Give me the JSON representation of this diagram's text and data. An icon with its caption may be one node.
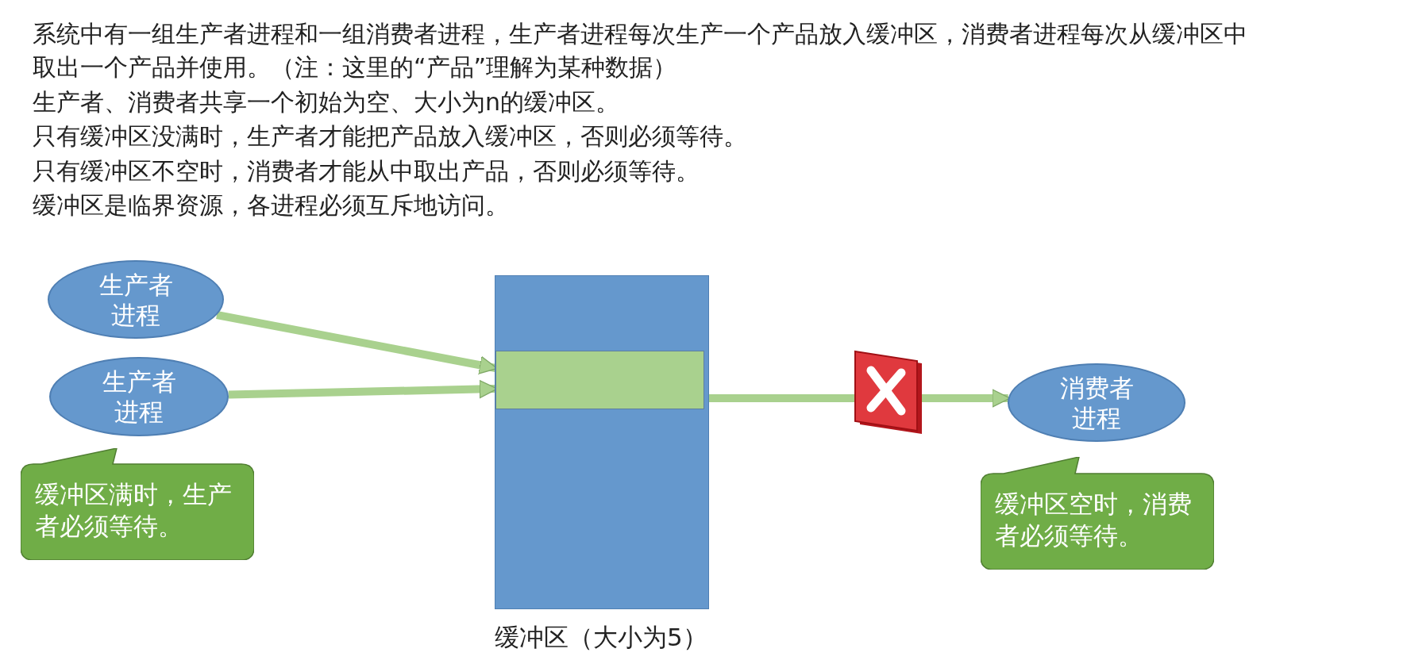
{
  "diagram": {
    "nodes": [
      {
        "text": [
          "生产者进程"
        ]
      },
      {
        "text": [
          "生产者进程"
        ]
      },
      {
        "text": [
          "缓冲区（大小为5）"
        ]
      },
      {
        "text": [],
        "shape": "bar",
        "in": 2
      },
      {
        "text": [
          "消费者进程"
        ]
      },
      {
        "text": [
          "缓冲区满时，生产者必须等待。"
        ]
      },
      {
        "text": [
          "缓冲区空时，消费者必须等待。"
        ]
      }
    ],
    "edges": [
      {
        "from": 0,
        "to": 3,
        "arrow": "to"
      },
      {
        "from": 1,
        "to": 3,
        "arrow": "to"
      },
      {
        "from": 2,
        "to": 4,
        "arrow": "to"
      }
    ],
    "labels": [
      "系统中有一组生产者进程和一组消费者进程，生产者进程每次生产一个产品放入缓冲区，消费者进程每次从缓冲区中取出一个产品并使用。（注：这里的“产品”理解为某种数据）",
      "生产者、消费者共享一个初始为空、大小为n的缓冲区。",
      "只有缓冲区没满时，生产者才能把产品放入缓冲区，否则必须等待。",
      "只有缓冲区不空时，消费者才能从中取出产品，否则必须等待。",
      "缓冲区是临界资源，各进程必须互斥地访问。"
    ]
  }
}
